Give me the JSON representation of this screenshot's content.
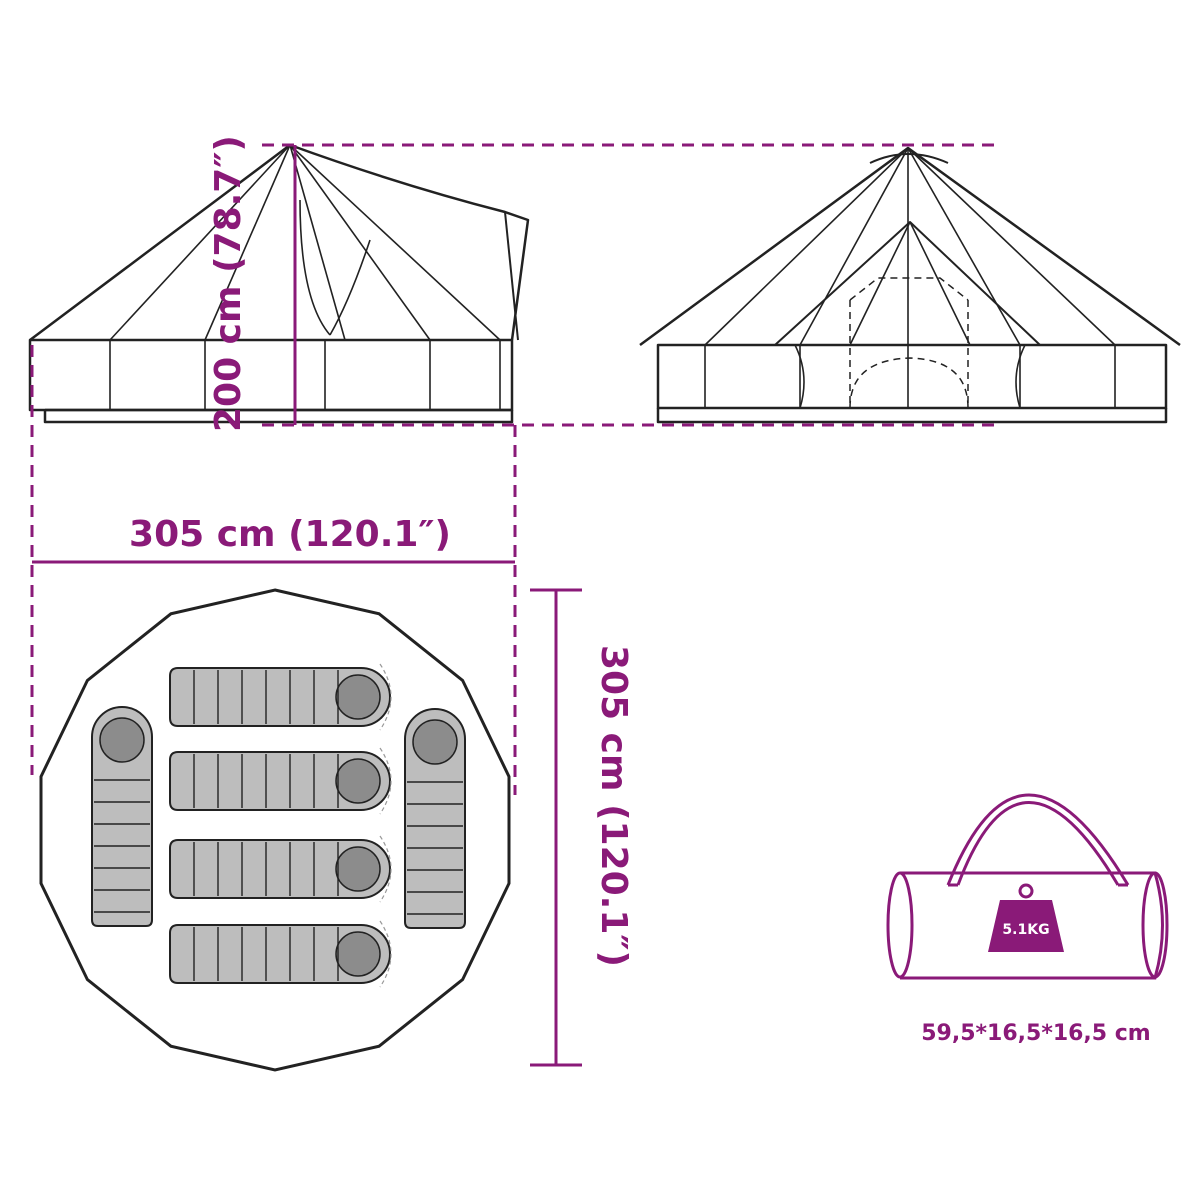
{
  "dimensions": {
    "height_label": "200 cm (78.7″)",
    "width_label": "305 cm (120.1″)",
    "depth_label": "305 cm (120.1″)"
  },
  "bag": {
    "weight_label": "5.1KG",
    "size_label": "59,5*16,5*16,5 cm"
  },
  "colors": {
    "accent": "#8a1a78",
    "outline": "#222222",
    "sleeping_bag_fill": "#bdbdbd",
    "sleeping_bag_hood": "#8c8c8c"
  }
}
